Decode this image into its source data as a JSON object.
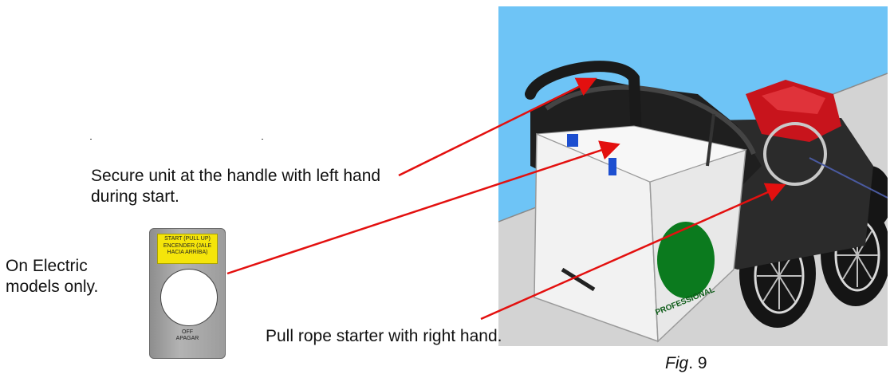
{
  "instructions": {
    "secure": "Secure unit at the handle with left hand during start.",
    "electric": "On Electric models only.",
    "pull": "Pull rope starter with right hand."
  },
  "switch_plate": {
    "label": "START (PULL UP) ENCENDER (JALE HACIA ARRIBA)",
    "off": "OFF",
    "off_es": "APAGAR"
  },
  "figure": {
    "prefix": "Fig",
    "suffix": ". 9"
  },
  "machine": {
    "decal": "PROFESSIONAL"
  },
  "colors": {
    "sky": "#6ec4f6",
    "ground": "#d3d3d3",
    "arrow": "#e3100f",
    "engine": "#c8141c",
    "logo": "#0b7a1e"
  }
}
